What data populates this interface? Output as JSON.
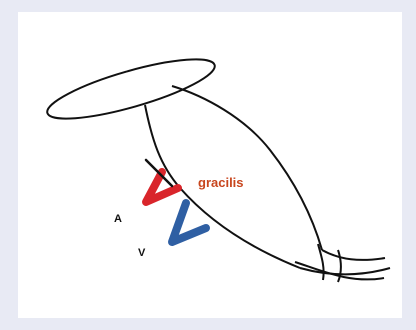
{
  "figure": {
    "labels": {
      "muscle": "gracilis",
      "artery": "A",
      "vein": "V"
    },
    "colors": {
      "panel_background": "#e8eaf4",
      "artery": "#d9252b",
      "vein": "#2f5fa3",
      "muscle_label": "#c8461e",
      "outline": "#111111"
    }
  }
}
